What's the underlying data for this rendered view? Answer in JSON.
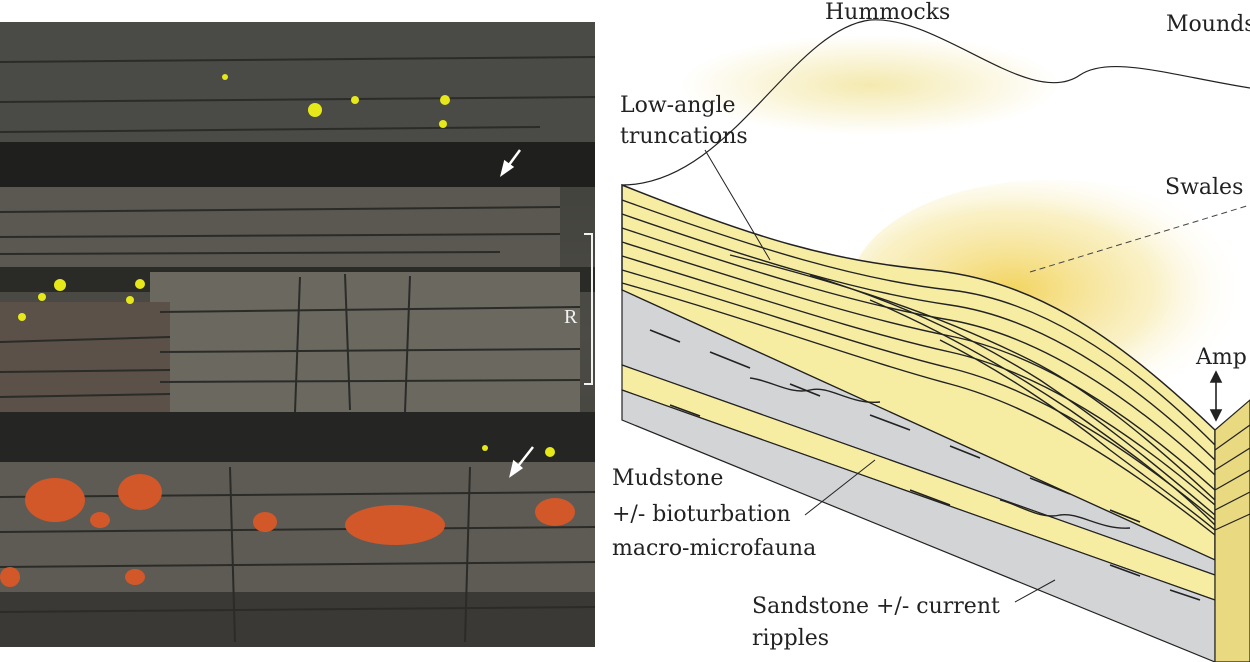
{
  "photo": {
    "scale_label": "R",
    "palette": {
      "rock_dark": "#2e2f2c",
      "rock_mid": "#55544e",
      "rock_light": "#77756c",
      "lichen_yellow": "#e6e81a",
      "lichen_orange": "#d2582a"
    }
  },
  "diagram": {
    "labels": {
      "hummocks": "Hummocks",
      "mounds": "Mounds",
      "low_angle_line1": "Low-angle",
      "low_angle_line2": "truncations",
      "swales": "Swales",
      "amplitude": "Amp",
      "mudstone_line1": "Mudstone",
      "mudstone_line2": "+/- bioturbation",
      "mudstone_line3": "macro-microfauna",
      "sandstone_line1": "Sandstone +/- current",
      "sandstone_line2": "ripples"
    },
    "colors": {
      "sand": "#f6eda2",
      "sand_dark": "#e9d980",
      "mud": "#d3d4d6",
      "mud_dark": "#a9aaad",
      "line": "#222222",
      "glow": "#f1cf4d"
    }
  }
}
